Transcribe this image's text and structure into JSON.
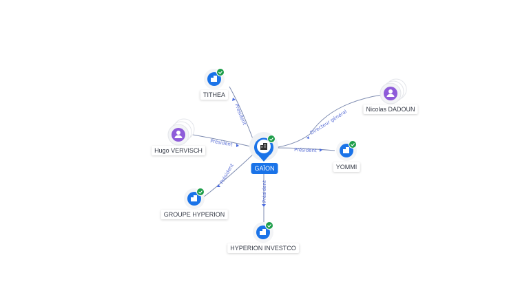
{
  "center": {
    "name": "GAÏON",
    "icon": "building-icon",
    "verified": true
  },
  "nodes": [
    {
      "id": "tithea",
      "name": "TITHEA",
      "type": "company",
      "icon": "building-icon",
      "verified": true
    },
    {
      "id": "nicolas",
      "name": "Nicolas DADOUN",
      "type": "person",
      "icon": "person-icon",
      "verified": false
    },
    {
      "id": "hugo",
      "name": "Hugo VERVISCH",
      "type": "person",
      "icon": "person-icon",
      "verified": false
    },
    {
      "id": "yommi",
      "name": "YOMMI",
      "type": "company",
      "icon": "building-icon",
      "verified": true
    },
    {
      "id": "groupe",
      "name": "GROUPE HYPERION",
      "type": "company",
      "icon": "building-icon",
      "verified": true
    },
    {
      "id": "hyperion",
      "name": "HYPERION INVESTCO",
      "type": "company",
      "icon": "building-icon",
      "verified": true
    }
  ],
  "edges": [
    {
      "id": "e-tithea",
      "label": "Président"
    },
    {
      "id": "e-nicolas",
      "label": "Directeur général"
    },
    {
      "id": "e-hugo",
      "label": "Président"
    },
    {
      "id": "e-yommi",
      "label": "Président"
    },
    {
      "id": "e-groupe",
      "label": "Président"
    },
    {
      "id": "e-hyperion",
      "label": "Président"
    }
  ],
  "colors": {
    "company": "#1a73e8",
    "person": "#8e5bd9",
    "verified": "#1e9e4a",
    "edge": "#7d8bb0",
    "edge_label": "#5a6fd6"
  }
}
